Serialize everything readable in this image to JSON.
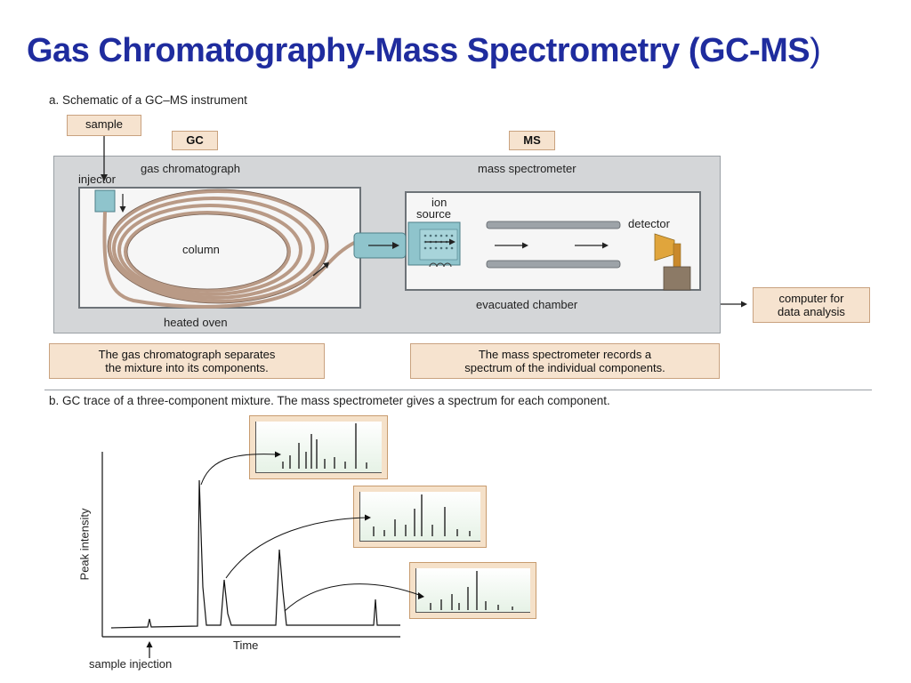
{
  "title": "Gas Chromatography-Mass Spectrometry (GC-MS",
  "title_close": ")",
  "part_a": {
    "caption": "a. Schematic of a GC–MS instrument",
    "sample": "sample",
    "gc_tag": "GC",
    "ms_tag": "MS",
    "gas_chromatograph": "gas chromatograph",
    "injector": "injector",
    "column": "column",
    "heated_oven": "heated oven",
    "mass_spectrometer": "mass spectrometer",
    "ion": "ion",
    "source": "source",
    "detector": "detector",
    "evacuated_chamber": "evacuated chamber",
    "computer_line1": "computer for",
    "computer_line2": "data analysis",
    "note_gc_line1": "The gas chromatograph separates",
    "note_gc_line2": "the mixture into its components.",
    "note_ms_line1": "The mass spectrometer records a",
    "note_ms_line2": "spectrum of the individual components."
  },
  "part_b": {
    "caption": "b. GC trace of a three-component mixture. The mass spectrometer gives a spectrum for each component.",
    "ylabel": "Peak intensity",
    "xlabel": "Time",
    "sample_injection": "sample injection"
  },
  "colors": {
    "title": "#1f2c9e",
    "tag_fill": "#f6e3cf",
    "panel_gray": "#d4d6d8",
    "column_tube": "#b99a86",
    "ion_source": "#8fc4cc"
  }
}
